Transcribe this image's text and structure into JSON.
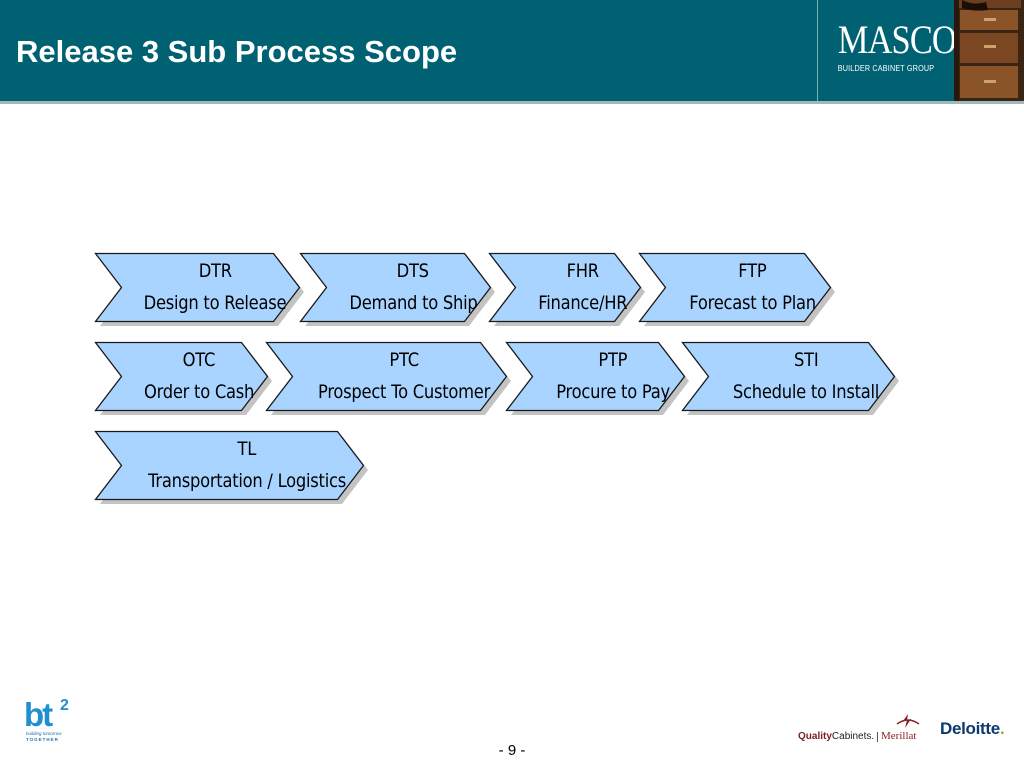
{
  "slide": {
    "title": "Release 3 Sub Process Scope",
    "page_number": "- 9 -"
  },
  "logos": {
    "masco_name": "MASCO",
    "masco_tagline": "BUILDER CABINET GROUP",
    "bt2_name": "bt",
    "bt2_superscript": "2",
    "bt2_tagline_1": "building tomorrow",
    "bt2_tagline_2": "TOGETHER",
    "quality_cabinets_bold": "Quality",
    "quality_cabinets_rest": "Cabinets.",
    "merillat": "Merillat",
    "deloitte": "Deloitte",
    "deloitte_dot": "."
  },
  "colors": {
    "header": "#006172",
    "chevron_fill": "#a9d4ff",
    "chevron_stroke": "#1a1a1a",
    "chevron_shadow": "#c3c3c3"
  },
  "processes": [
    {
      "code": "DTR",
      "name": "Design to Release"
    },
    {
      "code": "DTS",
      "name": "Demand to Ship"
    },
    {
      "code": "FHR",
      "name": "Finance/HR"
    },
    {
      "code": "FTP",
      "name": "Forecast to Plan"
    },
    {
      "code": "OTC",
      "name": "Order to Cash"
    },
    {
      "code": "PTC",
      "name": "Prospect To Customer"
    },
    {
      "code": "PTP",
      "name": "Procure to Pay"
    },
    {
      "code": "STI",
      "name": "Schedule to Install"
    },
    {
      "code": "TL",
      "name": "Transportation / Logistics"
    }
  ]
}
